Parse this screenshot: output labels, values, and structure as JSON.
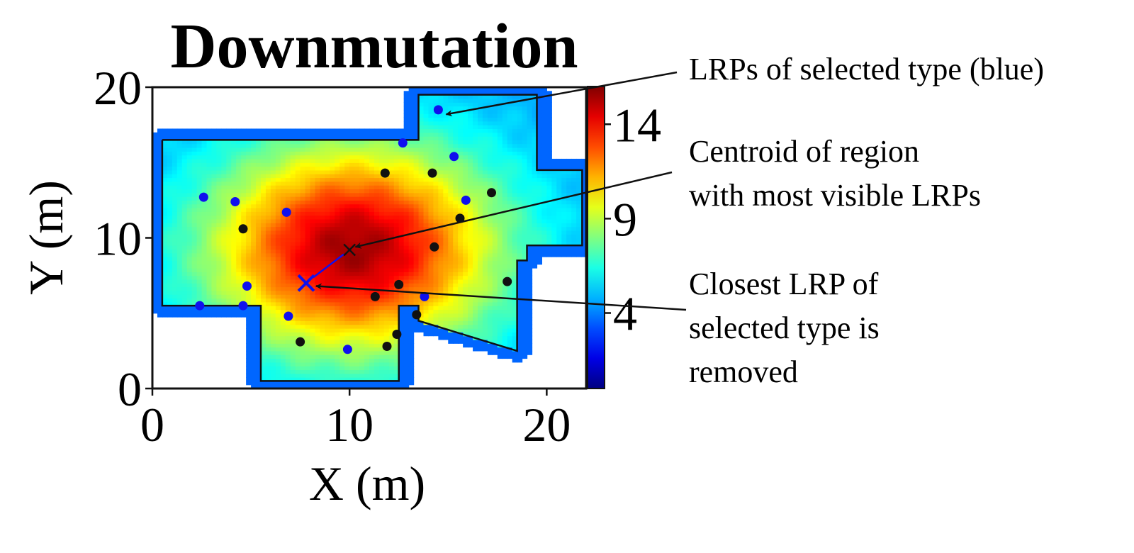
{
  "chart_data": {
    "type": "heatmap",
    "title": "Downmutation",
    "xlabel": "X (m)",
    "ylabel": "Y (m)",
    "xlim": [
      0,
      22
    ],
    "ylim": [
      0,
      20
    ],
    "xticks": [
      "0",
      "10",
      "20"
    ],
    "yticks": [
      "0",
      "10",
      "20"
    ],
    "colorbar": {
      "range": [
        0,
        16
      ],
      "ticks": [
        "4",
        "9",
        "14"
      ],
      "colormap": "jet"
    },
    "heat_peak": {
      "x": 10.2,
      "y": 9.3,
      "value": 15.5
    },
    "heat_edge_value": 4.5,
    "region_outline": [
      [
        0.5,
        16.5
      ],
      [
        13.5,
        16.5
      ],
      [
        13.5,
        19.5
      ],
      [
        19.5,
        19.5
      ],
      [
        19.5,
        14.5
      ],
      [
        21.8,
        14.5
      ],
      [
        21.8,
        9.5
      ],
      [
        19.0,
        9.5
      ],
      [
        19.0,
        8.5
      ],
      [
        18.5,
        8.5
      ],
      [
        18.5,
        2.5
      ],
      [
        13.5,
        4.5
      ],
      [
        13.5,
        5.5
      ],
      [
        12.5,
        5.5
      ],
      [
        12.5,
        0.5
      ],
      [
        5.5,
        0.5
      ],
      [
        5.5,
        5.5
      ],
      [
        5.0,
        5.5
      ],
      [
        0.5,
        5.5
      ],
      [
        0.5,
        16.5
      ]
    ],
    "series": [
      {
        "name": "LRPs of selected type (blue)",
        "color": "#1010ee",
        "points": [
          [
            14.5,
            18.5
          ],
          [
            12.7,
            16.3
          ],
          [
            15.3,
            15.4
          ],
          [
            2.6,
            12.7
          ],
          [
            4.2,
            12.4
          ],
          [
            6.8,
            11.7
          ],
          [
            15.9,
            12.5
          ],
          [
            4.8,
            6.8
          ],
          [
            2.4,
            5.5
          ],
          [
            4.6,
            5.5
          ],
          [
            6.9,
            4.8
          ],
          [
            13.8,
            6.1
          ],
          [
            9.9,
            2.6
          ]
        ]
      },
      {
        "name": "",
        "color": "#111111",
        "points": [
          [
            11.8,
            14.3
          ],
          [
            14.2,
            14.3
          ],
          [
            17.2,
            13.0
          ],
          [
            15.6,
            11.3
          ],
          [
            4.6,
            10.6
          ],
          [
            14.3,
            9.4
          ],
          [
            18.0,
            7.1
          ],
          [
            12.5,
            6.9
          ],
          [
            11.3,
            6.1
          ],
          [
            13.4,
            4.9
          ],
          [
            12.4,
            3.6
          ],
          [
            7.5,
            3.1
          ],
          [
            11.9,
            2.8
          ]
        ]
      }
    ],
    "centroid": {
      "x": 10.0,
      "y": 9.2,
      "color": "#111111"
    },
    "removed_lrp": {
      "x": 7.8,
      "y": 7.0,
      "color": "#1010ee"
    },
    "annotations": [
      {
        "text": "LRPs of selected type (blue)",
        "target": [
          14.9,
          18.2
        ]
      },
      {
        "text": "Centroid of region with most visible LRPs",
        "target": [
          10.3,
          9.4
        ]
      },
      {
        "text": "Closest LRP of selected type is removed",
        "target": [
          8.3,
          6.8
        ]
      }
    ]
  },
  "annotation_lines": {
    "lrps": [
      "LRPs of selected type (blue)"
    ],
    "centroid": [
      "Centroid of region",
      "with most visible LRPs"
    ],
    "closest": [
      "Closest LRP of",
      "selected type is",
      "removed"
    ]
  }
}
